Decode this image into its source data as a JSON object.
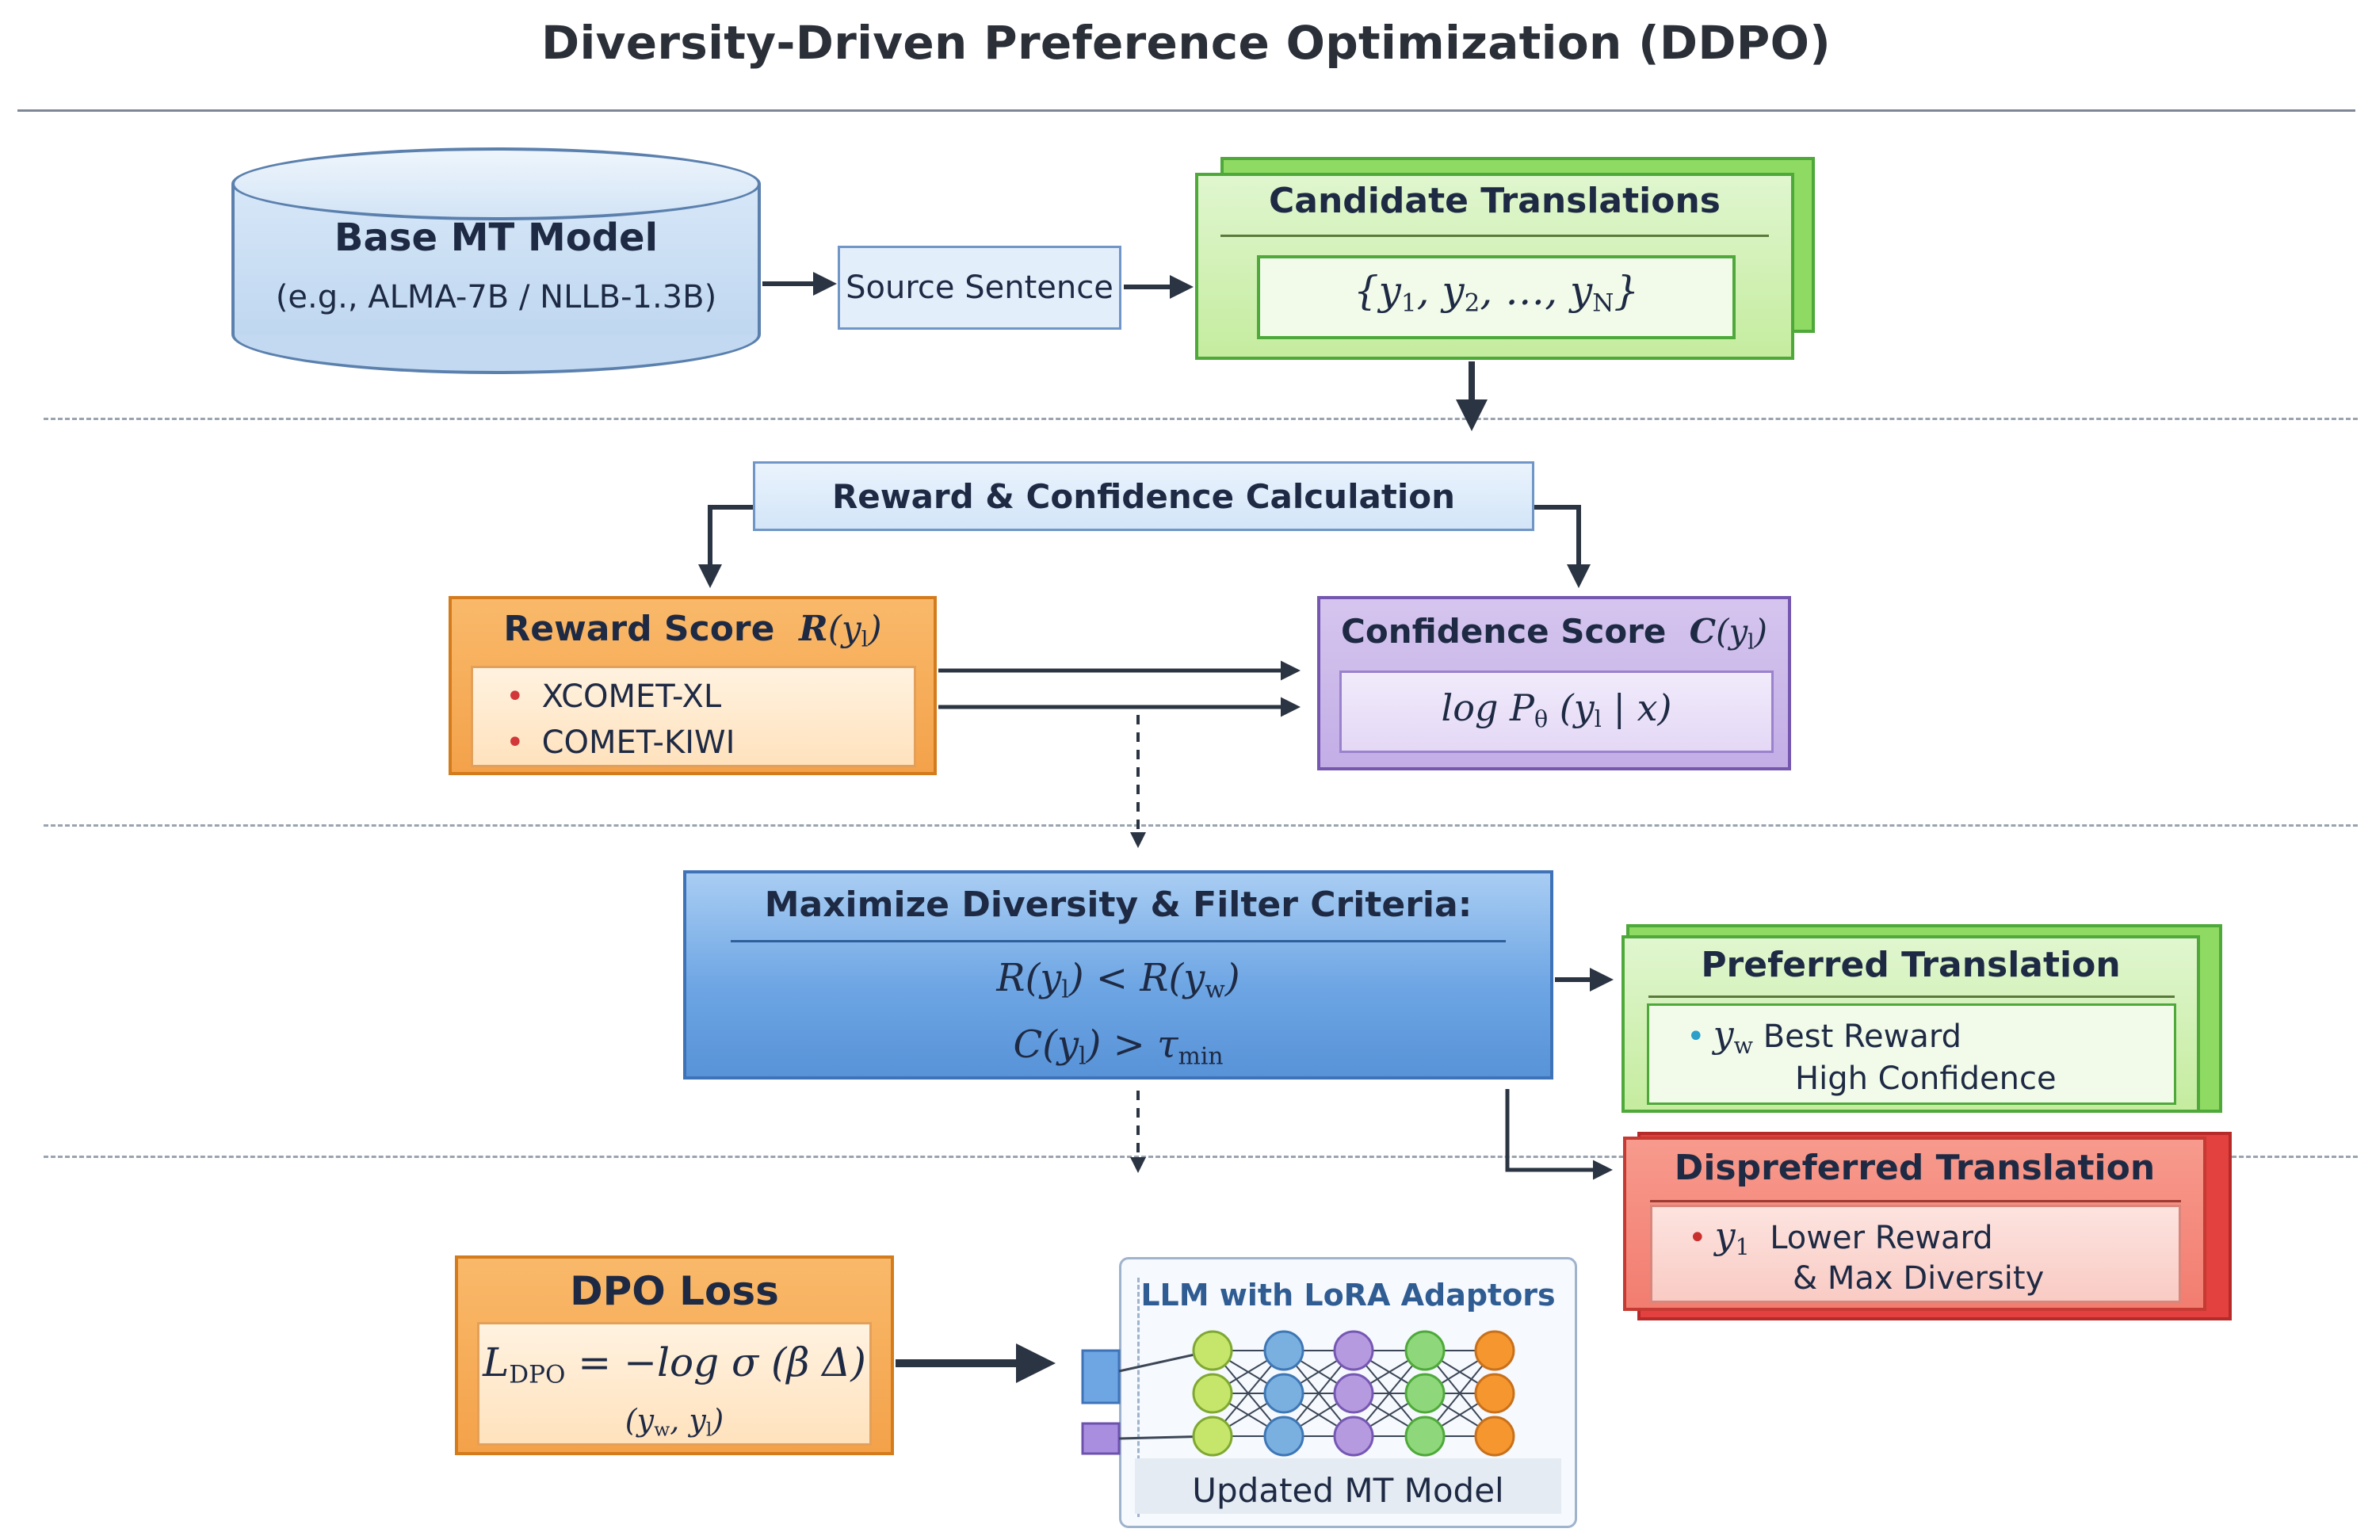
{
  "title": "Diversity-Driven Preference Optimization (DDPO)",
  "base_model": {
    "label": "Base MT Model",
    "examples": "(e.g., ALMA-7B / NLLB-1.3B)"
  },
  "source_sentence": "Source Sentence",
  "candidate": {
    "label": "Candidate Translations",
    "set_open": "{",
    "y": "y",
    "sub1": "1",
    "sub2": "2",
    "ellipsis": "…",
    "subN": "N",
    "set_close": "}"
  },
  "reward_calc": "Reward & Confidence Calculation",
  "reward_score": {
    "label": "Reward Score",
    "func": "R",
    "arg": "y",
    "arg_sub": "l",
    "items": [
      "XCOMET-XL",
      "COMET-KIWI"
    ]
  },
  "confidence_score": {
    "label": "Confidence Score",
    "func": "C",
    "arg": "y",
    "arg_sub": "l",
    "formula_log": "log P",
    "formula_sub": "θ",
    "formula_args": "(y",
    "formula_args_sub": "l",
    "formula_rest": " | x)"
  },
  "filter": {
    "label": "Maximize Diversity & Filter Criteria:",
    "line1": {
      "lhs": "R(y",
      "lhs_sub": "l",
      "mid": ") < R(y",
      "rhs_sub": "w",
      "end": ")"
    },
    "line2": {
      "lhs": "C(y",
      "lhs_sub": "l",
      "mid": ") > τ",
      "rhs_sub": "min"
    }
  },
  "preferred": {
    "label": "Preferred Translation",
    "var": "y",
    "var_sub": "w",
    "line1": "Best Reward",
    "line2": "High Confidence"
  },
  "dispreferred": {
    "label": "Dispreferred Translation",
    "var": "y",
    "var_sub": "1",
    "line1": "Lower Reward",
    "line2": "& Max Diversity"
  },
  "dpo_loss": {
    "label": "DPO Loss",
    "lhs": "L",
    "lhs_sub": "DPO",
    "rhs": " = −log σ (β Δ)",
    "args_open": "(y",
    "args_sub_w": "w",
    "args_mid": ", y",
    "args_sub_l": "l",
    "args_close": ")"
  },
  "llm": {
    "label": "LLM with LoRA Adaptors",
    "footer": "Updated MT Model"
  },
  "colors": {
    "blue": "#5893d8",
    "green": "#8fda62",
    "orange": "#f4a24a",
    "purple": "#c3aee6",
    "red": "#f27d70"
  },
  "nn_layers": [
    {
      "color": "#c5e66a",
      "stroke": "#7fa832"
    },
    {
      "color": "#7ab0e0",
      "stroke": "#3e77b5"
    },
    {
      "color": "#b59ae0",
      "stroke": "#7657b3"
    },
    {
      "color": "#8ed77a",
      "stroke": "#4ea93a"
    },
    {
      "color": "#f5962e",
      "stroke": "#c8701b"
    }
  ]
}
